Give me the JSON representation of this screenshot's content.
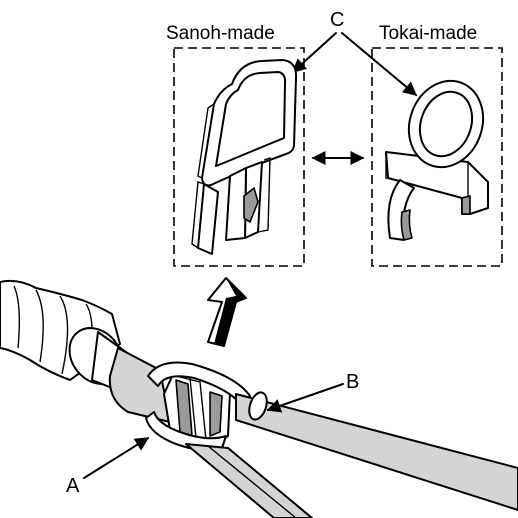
{
  "labels": {
    "sanoh": "Sanoh-made",
    "tokai": "Tokai-made",
    "c": "C",
    "b": "B",
    "a": "A"
  },
  "colors": {
    "line": "#000000",
    "hose_fill": "#d4d4d4",
    "shadow_fill": "#9a9a9a",
    "background": "#ffffff"
  }
}
